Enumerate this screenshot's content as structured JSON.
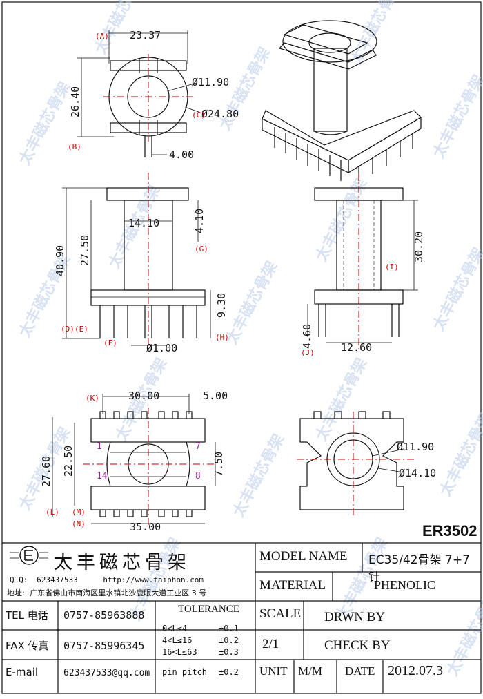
{
  "watermark": "太丰磁芯骨架",
  "top_view": {
    "width": "23.37",
    "height": "26.40",
    "inner_dia": "Ø11.90",
    "outer_dia": "Ø24.80",
    "slot": "4.00",
    "labels": {
      "A": "(A)",
      "B": "(B)",
      "C": "(C)"
    }
  },
  "front_view": {
    "total_h": "40.90",
    "body_h": "27.50",
    "core_w": "14.10",
    "flange": "4.10",
    "base_h": "9.30",
    "pin_dia": "Ø1.00",
    "labels": {
      "D": "(D)",
      "E": "(E)",
      "F": "(F)",
      "G": "(G)",
      "H": "(H)"
    }
  },
  "side_view": {
    "height": "30.20",
    "pin_len": "4.60",
    "width": "12.60",
    "labels": {
      "I": "(I)",
      "J": "(J)"
    }
  },
  "bottom_view": {
    "pitch": "30.00",
    "pitch_end": "5.00",
    "depth": "27.60",
    "inner": "22.50",
    "gap": "7.50",
    "width": "35.00",
    "pins": {
      "p1": "1",
      "p7": "7",
      "p14": "14",
      "p8": "8"
    },
    "labels": {
      "K": "(K)",
      "L": "(L)",
      "M": "(M)",
      "N": "(N)"
    }
  },
  "base_view": {
    "inner_dia": "Ø11.90",
    "outer_dia": "Ø14.10"
  },
  "part_code": "ER3502",
  "company": {
    "name": "太丰磁芯骨架",
    "qq_label": "Q Q:",
    "qq": "623437533",
    "website": "http://www.taiphon.com",
    "address_label": "地址:",
    "address": "广东省佛山市南海区里水镇北沙鹿眠大道工业区 3 号"
  },
  "contacts": {
    "tel_label": "TEL 电话",
    "tel": "0757-85963888",
    "fax_label": "FAX 传真",
    "fax": "0757-85996345",
    "email_label": "E-mail",
    "email": "623437533@qq.com"
  },
  "tolerance": {
    "title": "TOLERANCE",
    "rows": [
      {
        "range": "0<L≤4",
        "value": "±0.1"
      },
      {
        "range": "4<L≤16",
        "value": "±0.2"
      },
      {
        "range": "16<L≤63",
        "value": "±0.3"
      },
      {
        "range": "pin pitch",
        "value": "±0.2"
      }
    ]
  },
  "title_block": {
    "model_label": "MODEL NAME",
    "model": "EC35/42骨架 7+7 针",
    "material_label": "MATERIAL",
    "material": "PHENOLIC",
    "scale_label": "SCALE",
    "scale": "2/1",
    "drawn_label": "DRWN BY",
    "check_label": "CHECK BY",
    "unit_label": "UNIT",
    "unit": "M/M",
    "date_label": "DATE",
    "date": "2012.07.3"
  }
}
